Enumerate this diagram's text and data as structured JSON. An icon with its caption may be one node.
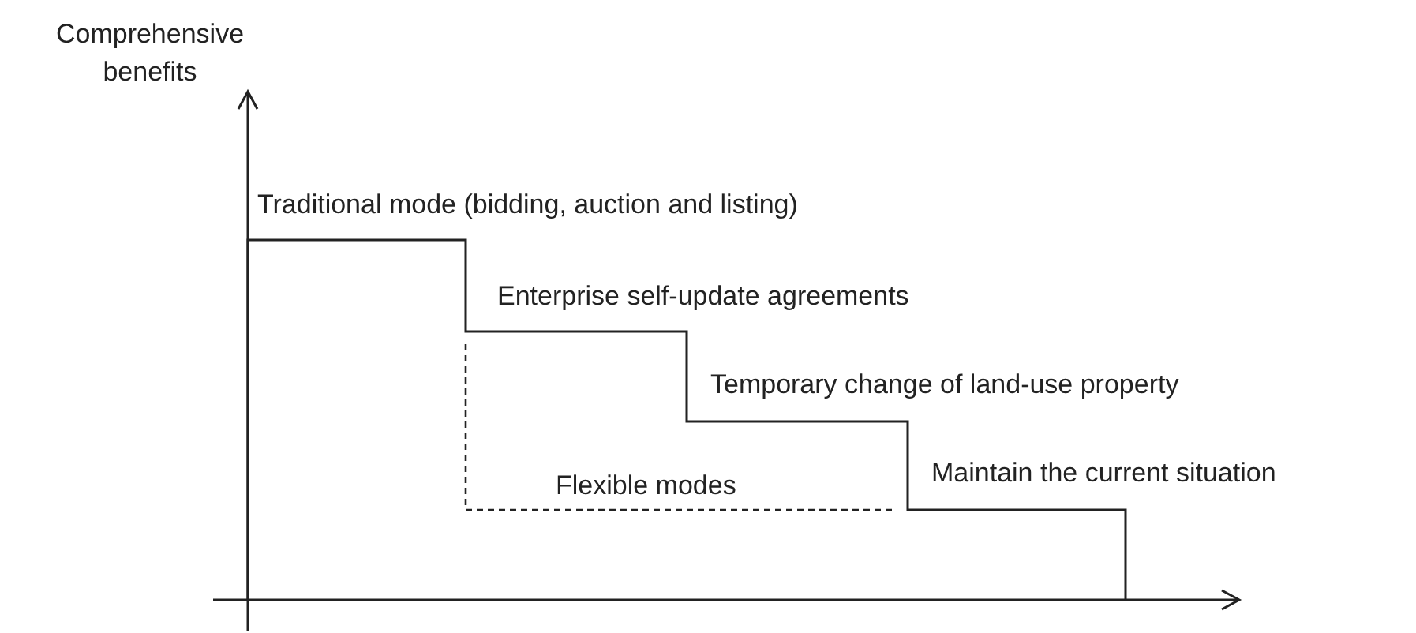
{
  "diagram": {
    "labels": [
      "Comprehensive benefits",
      "Traditional mode (bidding, auction and listing)",
      "Enterprise self-update agreements",
      "Temporary change of land-use property",
      "Maintain the current situation",
      "Flexible modes"
    ]
  }
}
